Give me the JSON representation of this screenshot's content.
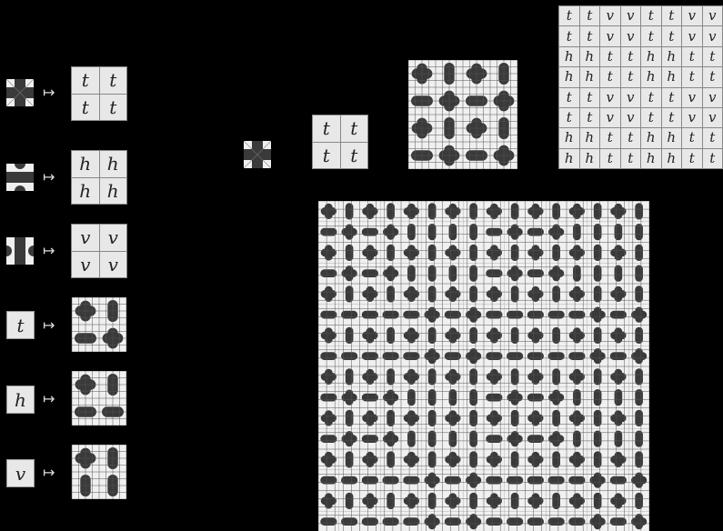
{
  "colors": {
    "background": "#000000",
    "cell_fill": "#e8e8e8",
    "tile_dark": "#3a3a3a",
    "tile_light": "#f0f0f0",
    "grid_line": "#888888"
  },
  "arrow_symbol": "↦",
  "rules": [
    {
      "source_tile": "cross-tile",
      "output": [
        "t",
        "t",
        "t",
        "t"
      ]
    },
    {
      "source_tile": "horizontal-tile",
      "output": [
        "h",
        "h",
        "h",
        "h"
      ]
    },
    {
      "source_tile": "vertical-tile",
      "output": [
        "v",
        "v",
        "v",
        "v"
      ]
    },
    {
      "source_symbol": "t",
      "output_tile": "t-block-tile"
    },
    {
      "source_symbol": "h",
      "output_tile": "h-block-tile"
    },
    {
      "source_symbol": "v",
      "output_tile": "v-block-tile"
    }
  ],
  "middle": {
    "seed_tile": "cross-tile",
    "step1": [
      "t",
      "t",
      "t",
      "t"
    ],
    "step3": [
      [
        "t",
        "t",
        "v",
        "v",
        "t",
        "t",
        "v",
        "v"
      ],
      [
        "t",
        "t",
        "v",
        "v",
        "t",
        "t",
        "v",
        "v"
      ],
      [
        "h",
        "h",
        "t",
        "t",
        "h",
        "h",
        "t",
        "t"
      ],
      [
        "h",
        "h",
        "t",
        "t",
        "h",
        "h",
        "t",
        "t"
      ],
      [
        "t",
        "t",
        "v",
        "v",
        "t",
        "t",
        "v",
        "v"
      ],
      [
        "t",
        "t",
        "v",
        "v",
        "t",
        "t",
        "v",
        "v"
      ],
      [
        "h",
        "h",
        "t",
        "t",
        "h",
        "h",
        "t",
        "t"
      ],
      [
        "h",
        "h",
        "t",
        "t",
        "h",
        "h",
        "t",
        "t"
      ]
    ]
  },
  "icons": [
    "cross-tile-icon",
    "horizontal-tile-icon",
    "vertical-tile-icon",
    "t-block-icon",
    "h-block-icon",
    "v-block-icon",
    "pattern-icon"
  ]
}
